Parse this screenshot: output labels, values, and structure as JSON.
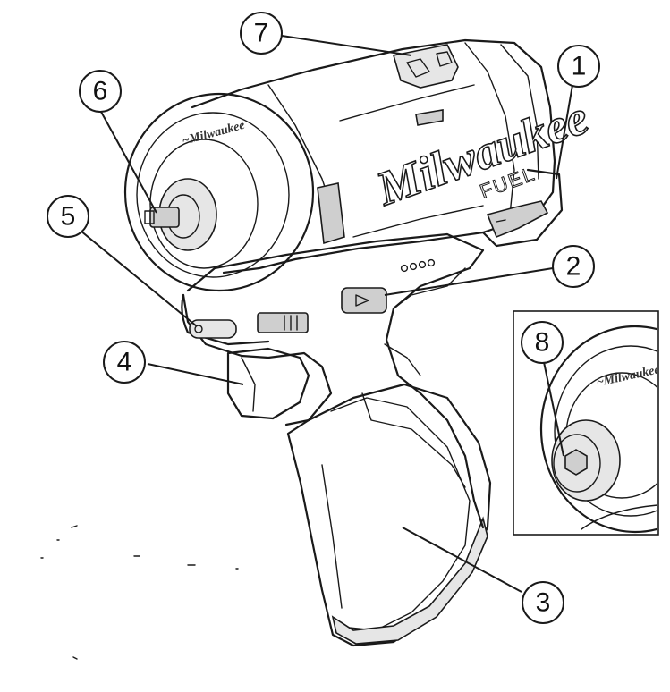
{
  "diagram": {
    "brand_text": "Milwaukee",
    "sub_brand_text": "FUEL",
    "callouts": [
      {
        "id": "1",
        "label": "1"
      },
      {
        "id": "2",
        "label": "2"
      },
      {
        "id": "3",
        "label": "3"
      },
      {
        "id": "4",
        "label": "4"
      },
      {
        "id": "5",
        "label": "5"
      },
      {
        "id": "6",
        "label": "6"
      },
      {
        "id": "7",
        "label": "7"
      },
      {
        "id": "8",
        "label": "8"
      }
    ]
  }
}
